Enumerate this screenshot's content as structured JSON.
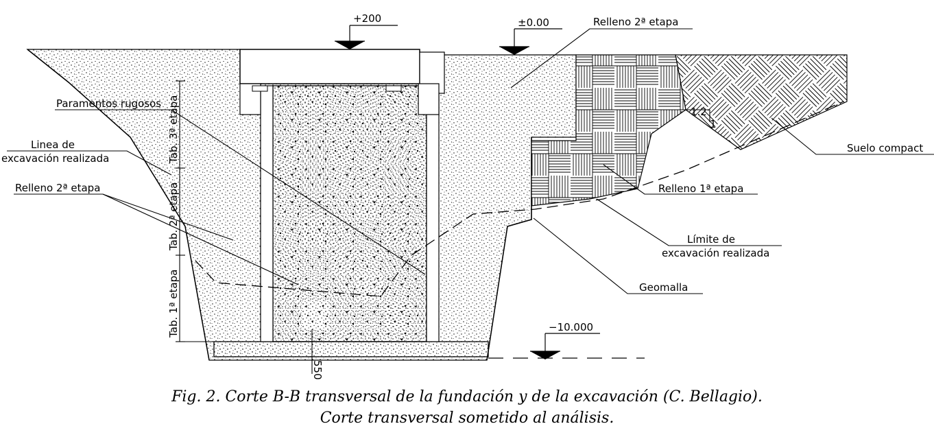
{
  "figure": {
    "caption_line1": "Fig. 2. Corte B-B transversal de la fundación y de la excavación (C. Bellagio).",
    "caption_line2": "Corte transversal sometido al análisis."
  },
  "labels": {
    "level_top": "+200",
    "level_zero": "±0.00",
    "level_bottom": "−10.000",
    "dim_base": "550",
    "relleno_2_top": "Relleno 2ª etapa",
    "paramentos": "Paramentos rugosos",
    "linea_excav_1": "Linea de",
    "linea_excav_2": "excavación realizada",
    "relleno_2_left": "Relleno 2ª etapa",
    "relleno_1": "Relleno 1ª etapa",
    "limite_1": "Límite de",
    "limite_2": "excavación realizada",
    "geomalla": "Geomalla",
    "suelo": "Suelo compact",
    "slope_v": "1.2",
    "slope_h": "1",
    "tab3": "Tab. 3ª etapa",
    "tab2": "Tab. 2ª etapa",
    "tab1": "Tab. 1ª etapa"
  },
  "colors": {
    "line": "#000000",
    "background": "#ffffff"
  }
}
